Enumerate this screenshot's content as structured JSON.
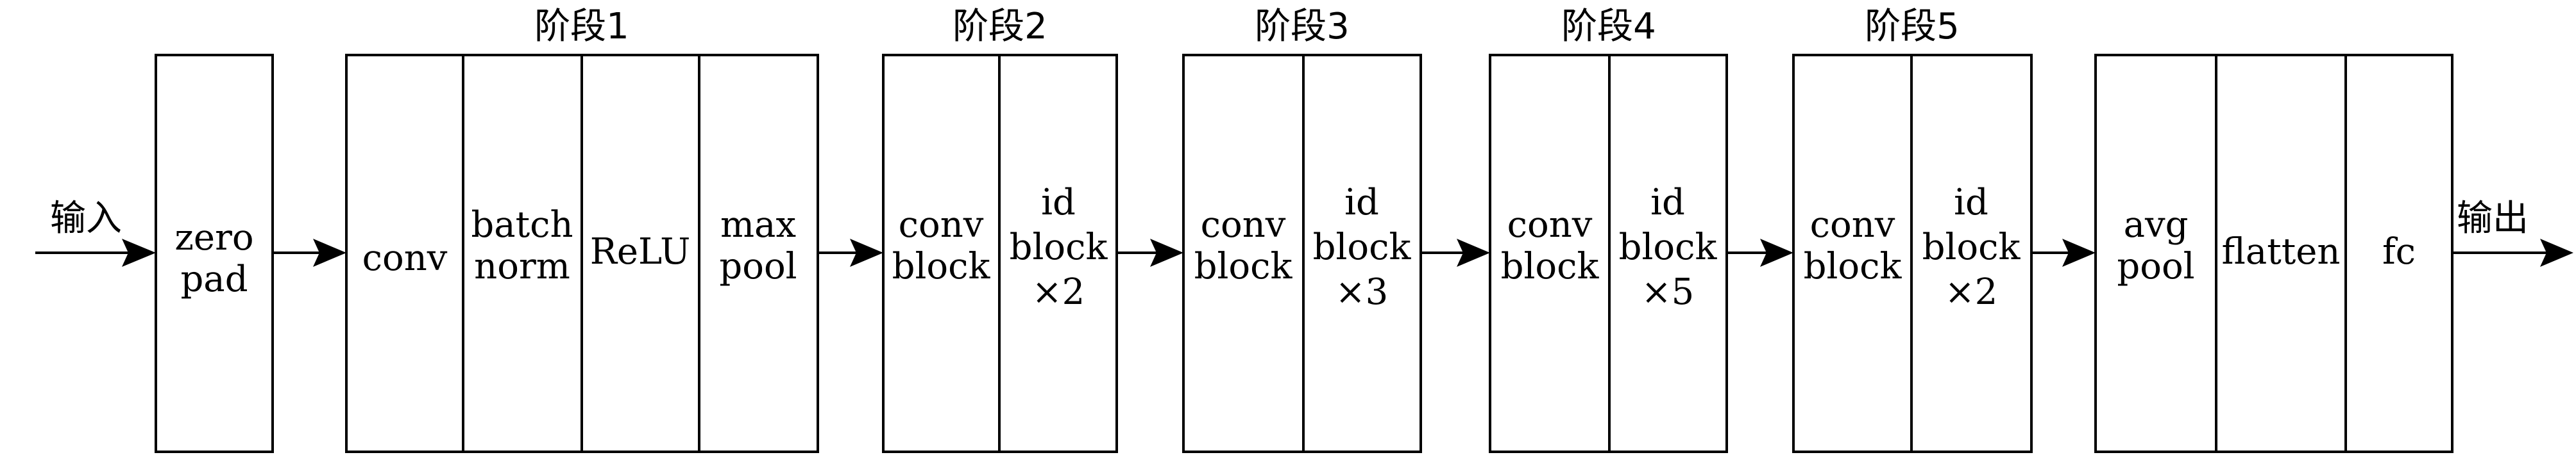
{
  "io": {
    "input": "输入",
    "output": "输出"
  },
  "stages": [
    "阶段1",
    "阶段2",
    "阶段3",
    "阶段4",
    "阶段5"
  ],
  "blocks": {
    "zero_pad": [
      "zero",
      "pad"
    ],
    "stage1": [
      [
        "conv"
      ],
      [
        "batch",
        "norm"
      ],
      [
        "ReLU"
      ],
      [
        "max",
        "pool"
      ]
    ],
    "stage2": [
      [
        "conv",
        "block"
      ],
      [
        "id",
        "block",
        "×2"
      ]
    ],
    "stage3": [
      [
        "conv",
        "block"
      ],
      [
        "id",
        "block",
        "×3"
      ]
    ],
    "stage4": [
      [
        "conv",
        "block"
      ],
      [
        "id",
        "block",
        "×5"
      ]
    ],
    "stage5": [
      [
        "conv",
        "block"
      ],
      [
        "id",
        "block",
        "×2"
      ]
    ],
    "head": [
      [
        "avg",
        "pool"
      ],
      [
        "flatten"
      ],
      [
        "fc"
      ]
    ]
  }
}
